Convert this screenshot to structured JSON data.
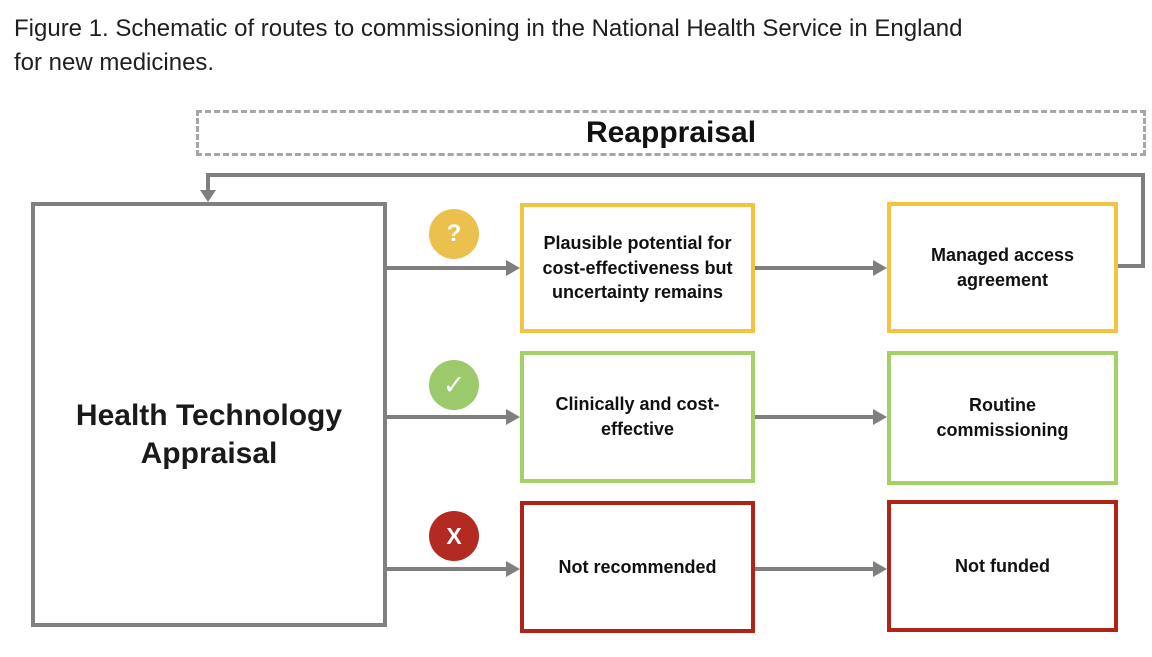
{
  "title": {
    "line1": "Figure 1. Schematic of routes to commissioning in the National Health Service in England",
    "line2": "for new medicines."
  },
  "reappraisal": {
    "label": "Reappraisal"
  },
  "hta": {
    "label": "Health Technology Appraisal"
  },
  "rows": [
    {
      "icon_name": "question-icon",
      "icon_glyph": "?",
      "outcome": "Plausible potential for cost-effectiveness but uncertainty remains",
      "result": "Managed access agreement",
      "accent": {
        "border": "#F3C342",
        "fill": "#EBC04D"
      }
    },
    {
      "icon_name": "check-icon",
      "icon_glyph": "✓",
      "outcome": "Clinically and cost-effective",
      "result": "Routine commissioning",
      "accent": {
        "border": "#A3D168",
        "fill": "#9BC96B"
      }
    },
    {
      "icon_name": "cross-icon",
      "icon_glyph": "X",
      "outcome": "Not recommended",
      "result": "Not funded",
      "accent": {
        "border": "#AF2318",
        "fill": "#B32A20"
      }
    }
  ],
  "colors": {
    "solid_line_gray": "#7F7F7F",
    "dashed_border_gray": "#A6A6A6",
    "hta_border_gray": "#808080",
    "text": "#1A1A1A"
  }
}
